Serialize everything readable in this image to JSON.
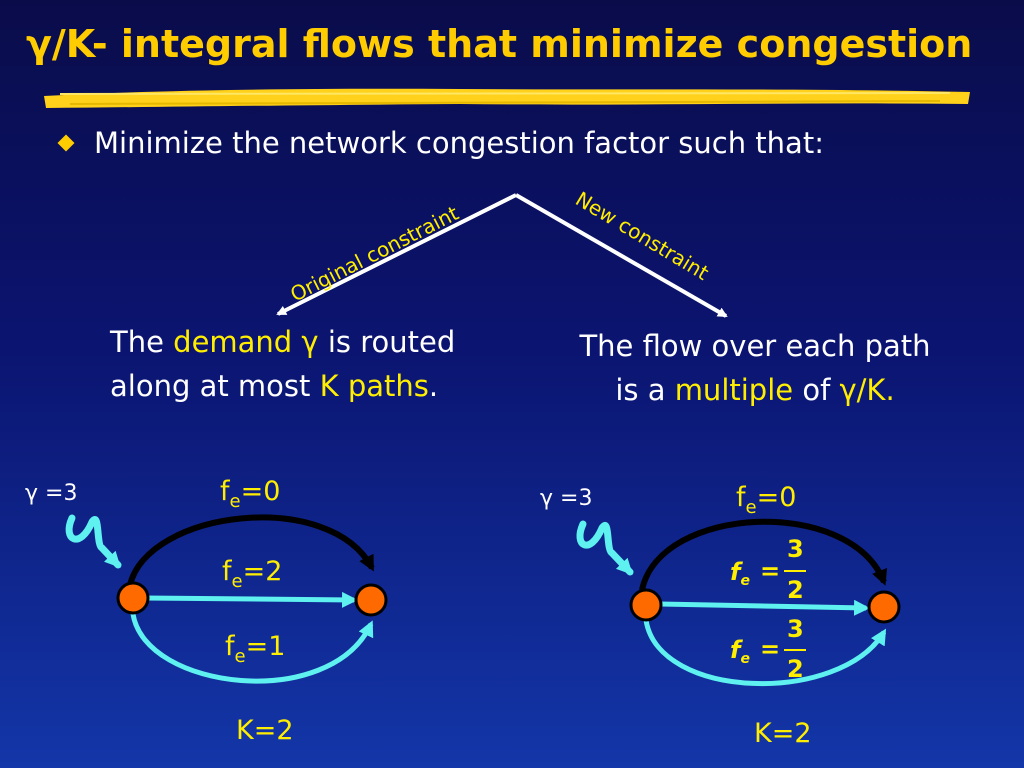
{
  "slide": {
    "title": "γ/K- integral flows that minimize congestion",
    "bullet": "Minimize the network congestion factor such that:"
  },
  "branches": {
    "left_label": "Original constraint",
    "right_label": "New constraint"
  },
  "left_text": {
    "p1": "The ",
    "p2": "demand γ",
    "p3": " is routed",
    "p4": "along at most ",
    "p5": "K paths",
    "p6": "."
  },
  "right_text": {
    "p1": "The flow over each path",
    "p2": "is a ",
    "p3": "multiple",
    "p4": " of ",
    "p5": "γ/K."
  },
  "left_example": {
    "gamma": "γ =3",
    "top_edge": "f",
    "top_sub": "e",
    "top_val": "=0",
    "mid_edge": "f",
    "mid_sub": "e",
    "mid_val": "=2",
    "bot_edge": "f",
    "bot_sub": "e",
    "bot_val": "=1",
    "k": "K=2"
  },
  "right_example": {
    "gamma": "γ =3",
    "top_edge": "f",
    "top_sub": "e",
    "top_val": "=0",
    "frac_f": "f",
    "frac_sub": "e",
    "frac_eq": "=",
    "frac_num": "3",
    "frac_den": "2",
    "k": "K=2"
  },
  "colors": {
    "title": "#ffcc00",
    "highlight": "#ffee00",
    "edge": "#5ff0f0",
    "node": "#ff6a00"
  }
}
